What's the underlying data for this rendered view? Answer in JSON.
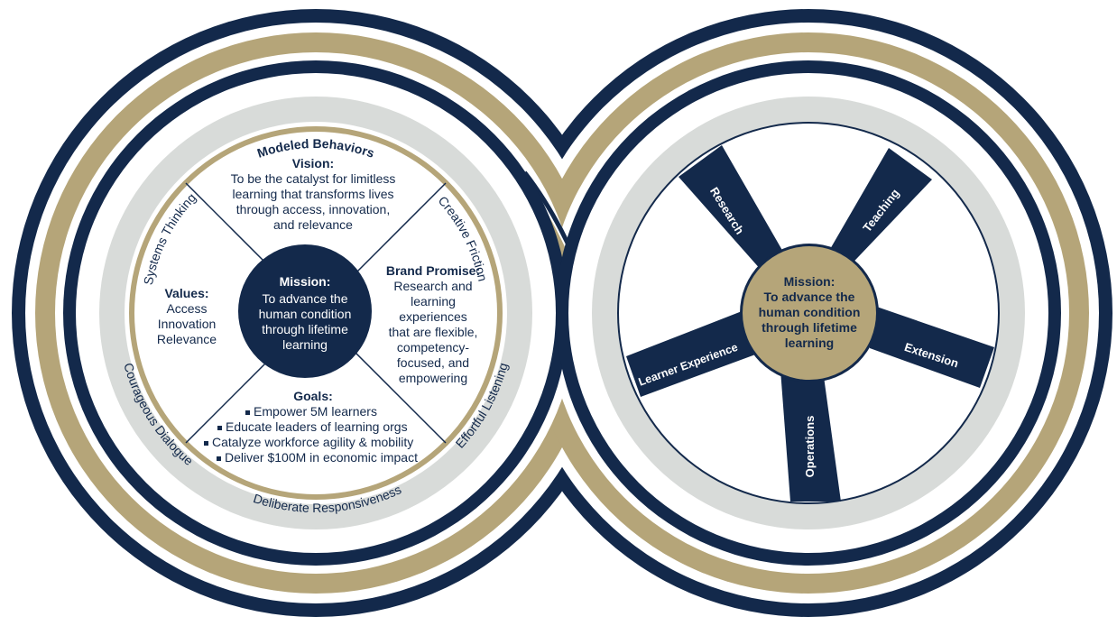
{
  "colors": {
    "navy": "#13294b",
    "gold": "#b5a579",
    "light_gray": "#d8dbd9",
    "white": "#ffffff"
  },
  "left_circle": {
    "ring_label_top": "Modeled Behaviors",
    "ring_behaviors": {
      "systems_thinking": "Systems Thinking",
      "creative_friction": "Creative Friction",
      "effortful_listening": "Effortful Listening",
      "deliberate_responsiveness": "Deliberate Responsiveness",
      "courageous_dialogue": "Courageous Dialogue"
    },
    "vision": {
      "title": "Vision:",
      "lines": [
        "To be the catalyst for limitless",
        "learning that transforms lives",
        "through access, innovation,",
        "and relevance"
      ]
    },
    "values": {
      "title": "Values:",
      "lines": [
        "Access",
        "Innovation",
        "Relevance"
      ]
    },
    "brand_promise": {
      "title": "Brand Promise:",
      "lines": [
        "Research and",
        "learning",
        "experiences",
        "that are flexible,",
        "competency-",
        "focused, and",
        "empowering"
      ]
    },
    "goals": {
      "title": "Goals:",
      "items": [
        "Empower 5M learners",
        "Educate leaders of learning orgs",
        "Catalyze workforce agility & mobility",
        "Deliver $100M in economic impact"
      ]
    },
    "mission": {
      "title": "Mission:",
      "lines": [
        "To advance the",
        "human condition",
        "through lifetime",
        "learning"
      ]
    }
  },
  "right_circle": {
    "spokes": {
      "research": "Research",
      "teaching": "Teaching",
      "extension": "Extension",
      "operations": "Operations",
      "learner_experience": "Learner Experience"
    },
    "mission": {
      "title": "Mission:",
      "lines": [
        "To advance the",
        "human condition",
        "through lifetime",
        "learning"
      ]
    }
  }
}
